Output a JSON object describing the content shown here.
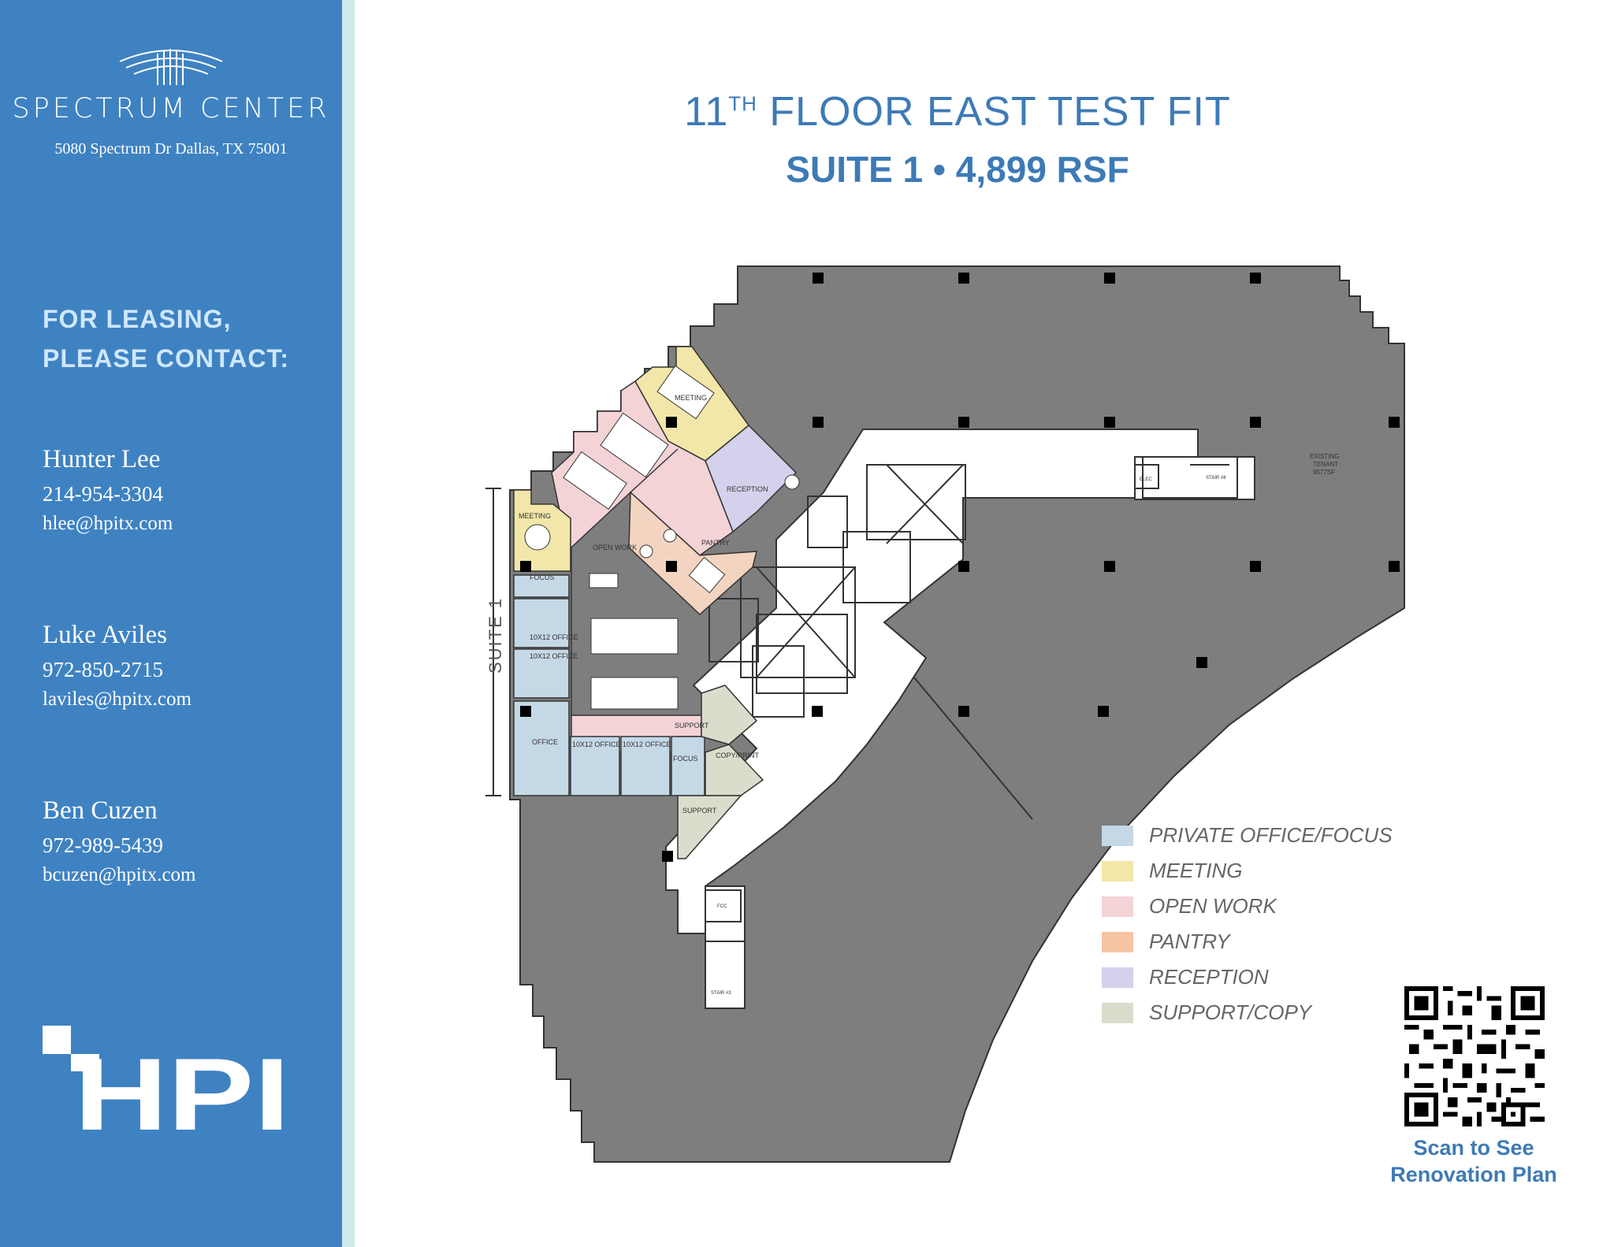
{
  "sidebar": {
    "brand": "SPECTRUM CENTER",
    "address": "5080 Spectrum Dr Dallas, TX 75001",
    "leasing_line1": "FOR LEASING,",
    "leasing_line2": "PLEASE CONTACT:",
    "contacts": [
      {
        "name": "Hunter Lee",
        "phone": "214-954-3304",
        "email": "hlee@hpitx.com"
      },
      {
        "name": "Luke Aviles",
        "phone": "972-850-2715",
        "email": "laviles@hpitx.com"
      },
      {
        "name": "Ben Cuzen",
        "phone": "972-989-5439",
        "email": "bcuzen@hpitx.com"
      }
    ],
    "company_logo_text": "HPI"
  },
  "header": {
    "title_prefix": "11",
    "title_sup": "TH",
    "title_rest": " FLOOR EAST TEST FIT",
    "subtitle": "SUITE 1 • 4,899 RSF"
  },
  "plan": {
    "suite_label": "SUITE 1",
    "room_labels": {
      "meeting_top": "MEETING",
      "meeting_left": "MEETING",
      "reception": "RECEPTION",
      "pantry": "PANTRY",
      "open_work": "OPEN WORK",
      "focus_top": "FOCUS",
      "office_10x12_a": "10X12 OFFICE",
      "office_10x12_b": "10X12 OFFICE",
      "office": "OFFICE",
      "office_10x12_c": "10X12 OFFICE",
      "office_10x12_d": "10X12 OFFICE",
      "focus_bottom": "FOCUS",
      "support_mid": "SUPPORT",
      "copy_print": "COPY/PRINT",
      "support_bottom": "SUPPORT",
      "existing_tenant_1": "EXISTING",
      "existing_tenant_2": "TENANT",
      "existing_tenant_3": "9577SF",
      "stair_top": "STAIR #8",
      "stair_bottom": "STAIR #3",
      "elec": "ELEC",
      "fcc": "FCC"
    }
  },
  "legend": [
    {
      "label": "PRIVATE OFFICE/FOCUS",
      "color": "#c5d8e6"
    },
    {
      "label": "MEETING",
      "color": "#f2e6a8"
    },
    {
      "label": "OPEN WORK",
      "color": "#f3d3d6"
    },
    {
      "label": "PANTRY",
      "color": "#f5c4a3"
    },
    {
      "label": "RECEPTION",
      "color": "#d3d1ec"
    },
    {
      "label": "SUPPORT/COPY",
      "color": "#dcdccc"
    }
  ],
  "qr": {
    "caption_line1": "Scan to See",
    "caption_line2": "Renovation Plan"
  },
  "colors": {
    "sidebar_blue": "#3f82c2",
    "title_blue": "#3d7ab6",
    "floor_gray": "#7e7e7e"
  }
}
